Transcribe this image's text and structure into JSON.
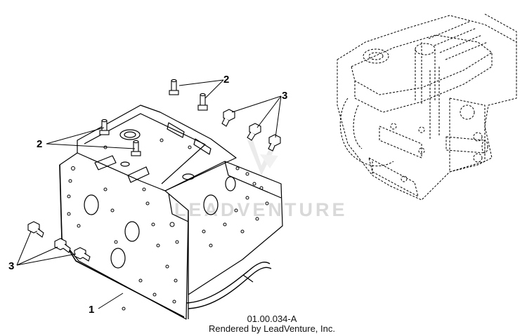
{
  "callouts": {
    "one": "1",
    "two_top": "2",
    "two_left": "2",
    "three_top": "3",
    "three_left": "3"
  },
  "watermark": "LEADVENTURE",
  "caption": {
    "part_code": "01.00.034-A",
    "rendered_by": "Rendered by LeadVenture, Inc."
  },
  "colors": {
    "line": "#000000",
    "watermark": "#d9d9d9",
    "background": "#ffffff"
  }
}
